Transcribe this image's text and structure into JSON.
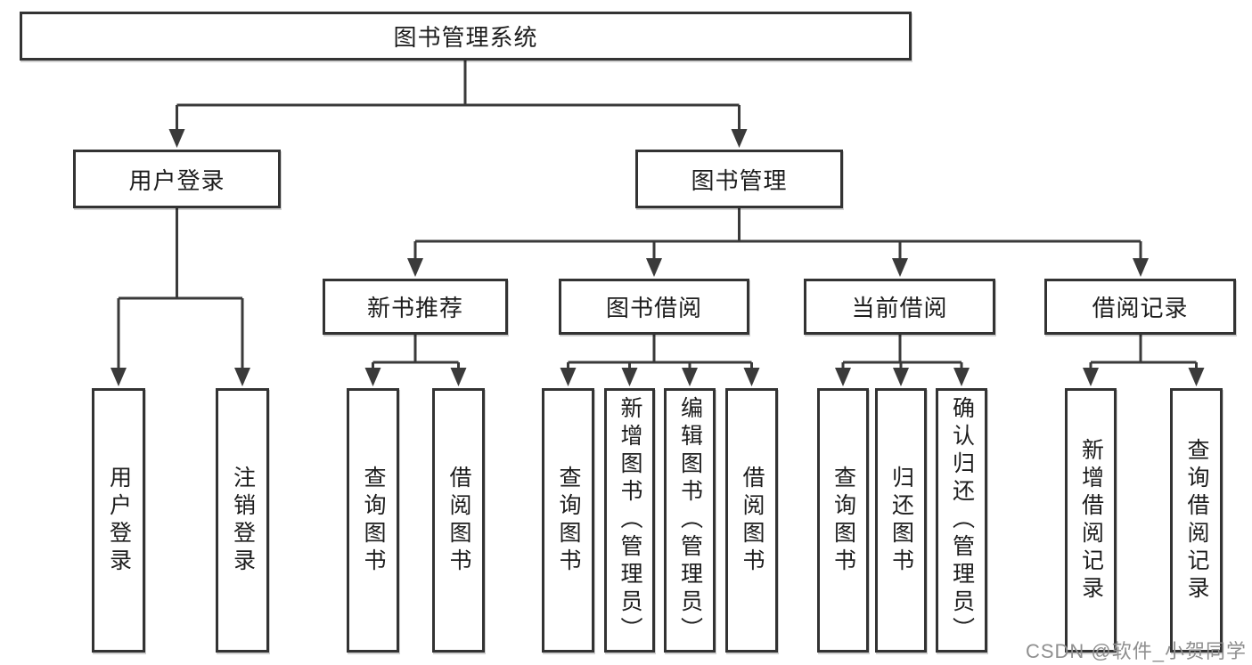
{
  "tree": {
    "label": "图书管理系统",
    "children": [
      {
        "label": "用户登录",
        "children": [
          {
            "label": "用户登录"
          },
          {
            "label": "注销登录"
          }
        ]
      },
      {
        "label": "图书管理",
        "children": [
          {
            "label": "新书推荐",
            "children": [
              {
                "label": "查询图书"
              },
              {
                "label": "借阅图书"
              }
            ]
          },
          {
            "label": "图书借阅",
            "children": [
              {
                "label": "查询图书"
              },
              {
                "label": "新增图书（管理员）"
              },
              {
                "label": "编辑图书（管理员）"
              },
              {
                "label": "借阅图书"
              }
            ]
          },
          {
            "label": "当前借阅",
            "children": [
              {
                "label": "查询图书"
              },
              {
                "label": "归还图书"
              },
              {
                "label": "确认归还（管理员）"
              }
            ]
          },
          {
            "label": "借阅记录",
            "children": [
              {
                "label": "新增借阅记录"
              },
              {
                "label": "查询借阅记录"
              }
            ]
          }
        ]
      }
    ]
  },
  "watermark": {
    "text": "CSDN @软件_小贺同学"
  },
  "colors": {
    "background": "#ffffff",
    "line": "#3a3a3a",
    "box_border": "#333333",
    "text": "#1d1d1d",
    "watermark": "#8f8f8f"
  }
}
